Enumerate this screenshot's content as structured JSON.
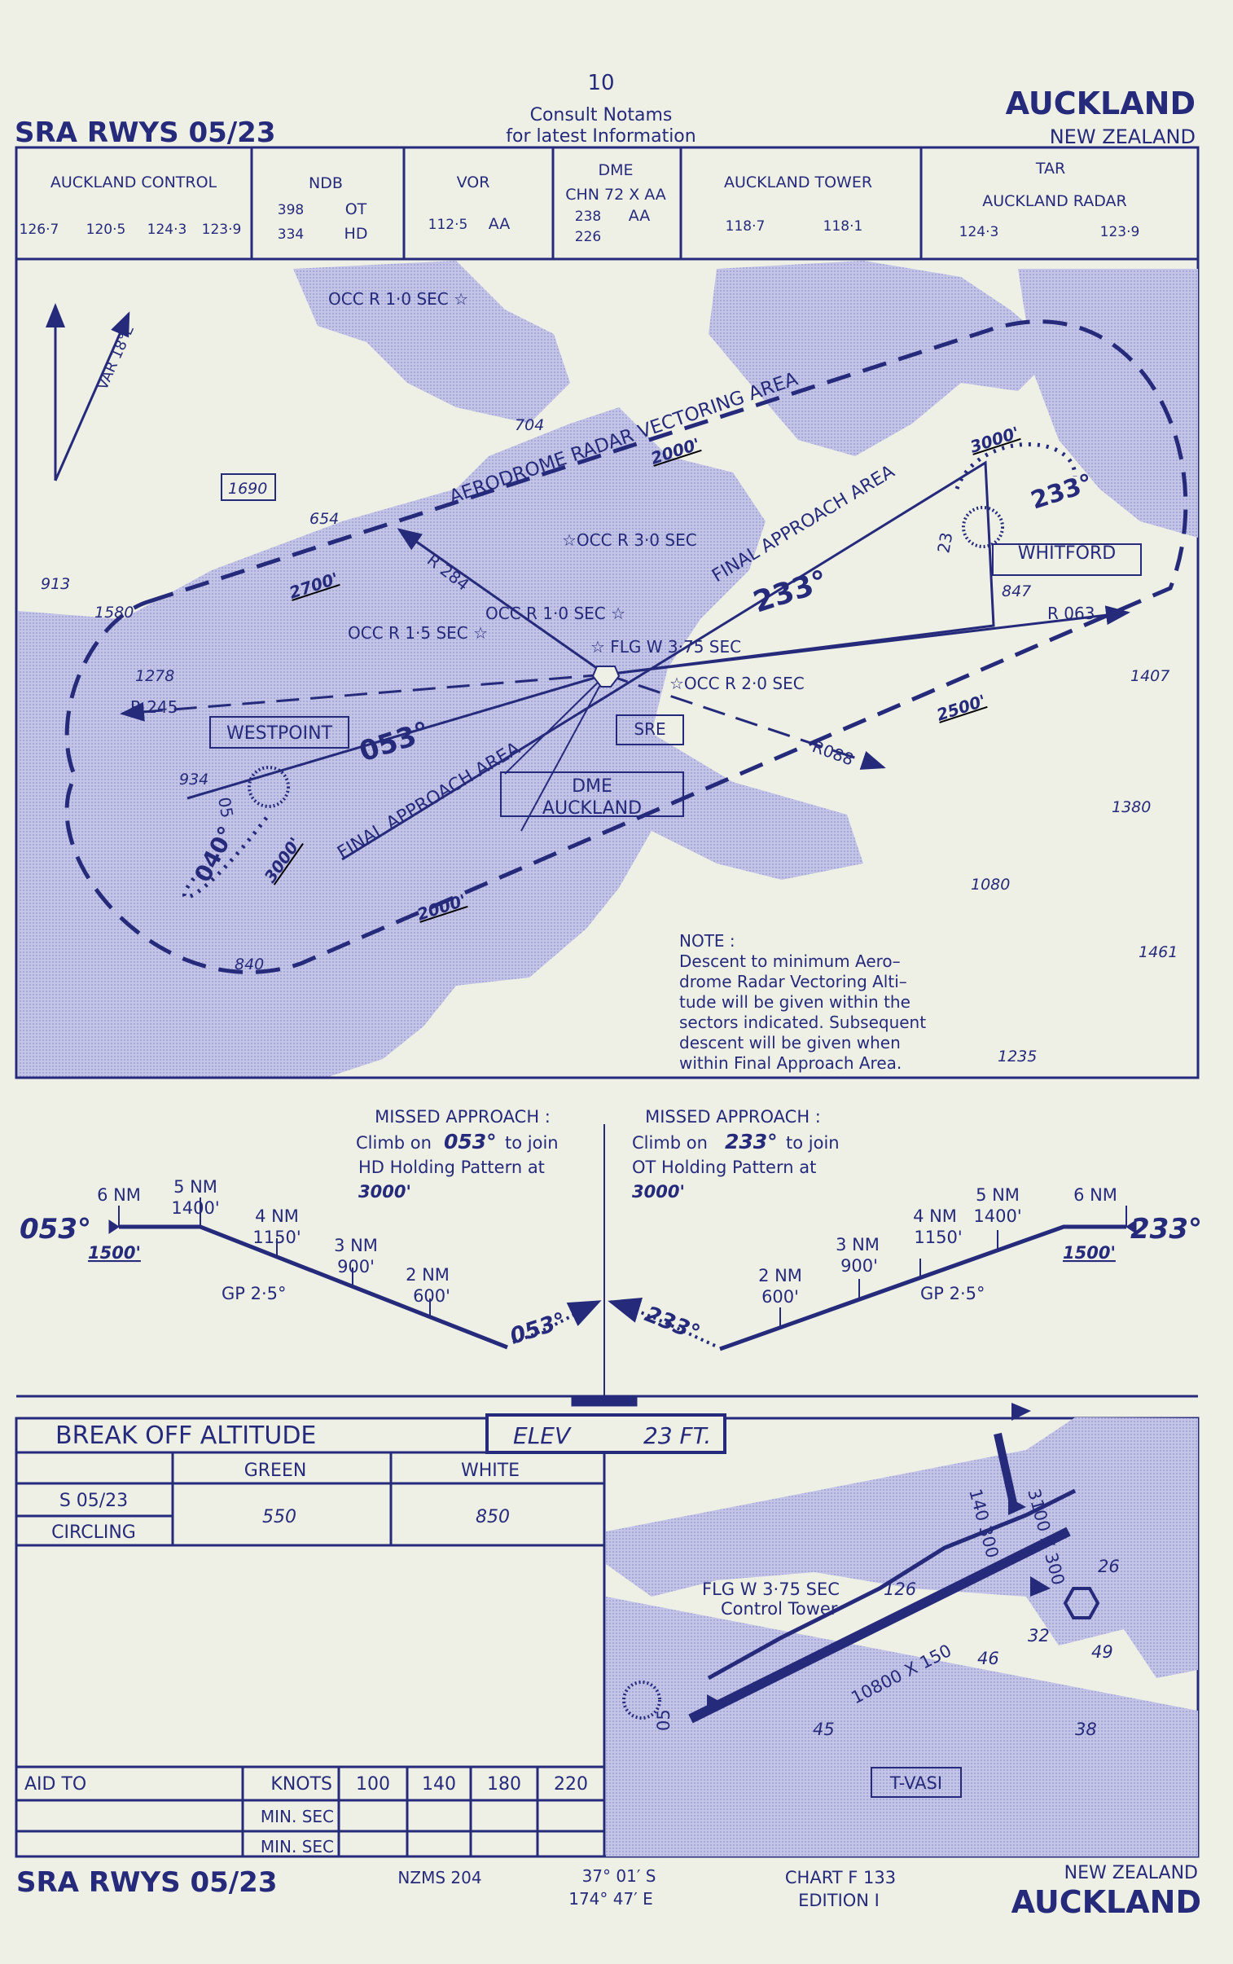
{
  "header": {
    "page_number": "10",
    "notice_line1": "Consult  Notams",
    "notice_line2": "for latest Information",
    "title": "SRA RWYS 05/23",
    "city": "AUCKLAND",
    "country": "NEW ZEALAND"
  },
  "frequencies": {
    "control": {
      "label": "AUCKLAND CONTROL",
      "values": [
        "126·7",
        "120·5",
        "124·3",
        "123·9"
      ]
    },
    "ndb": {
      "label": "NDB",
      "rows": [
        [
          "398",
          "OT"
        ],
        [
          "334",
          "HD"
        ]
      ]
    },
    "vor": {
      "label": "VOR",
      "freq": "112·5",
      "ident": "AA"
    },
    "dme": {
      "label": "DME",
      "chn": "CHN  72 X AA",
      "row1": [
        "238",
        "AA"
      ],
      "row2": "226"
    },
    "tower": {
      "label": "AUCKLAND TOWER",
      "values": [
        "118·7",
        "118·1"
      ]
    },
    "tar": {
      "label": "TAR",
      "sublabel": "AUCKLAND RADAR",
      "values": [
        "124·3",
        "123·9"
      ]
    }
  },
  "map": {
    "variation": "VAR 18°E",
    "lights": [
      "OCC R 1·0 SEC ☆",
      "☆OCC R 3·0 SEC",
      "OCC R 1·0 SEC ☆",
      "OCC R 1·5 SEC ☆",
      "☆ FLG W 3·75 SEC",
      "☆OCC R 2·0 SEC"
    ],
    "elevations": [
      "704",
      "1690",
      "654",
      "913",
      "1580",
      "1278",
      "934",
      "847",
      "1407",
      "1380",
      "1080",
      "1461",
      "840",
      "1235"
    ],
    "altitudes": [
      "2700'",
      "2000'",
      "3000'",
      "2500'",
      "3000'",
      "2000'"
    ],
    "radials": [
      "R 284",
      "R 063",
      "R 245",
      "R088"
    ],
    "areas": {
      "vectoring": "AERODROME RADAR VECTORING AREA",
      "final": "FINAL APPROACH AREA"
    },
    "courses": [
      "053°",
      "233°",
      "233°",
      "040°",
      "05",
      "23"
    ],
    "boxes": {
      "westpoint": "WESTPOINT",
      "whitford": "WHITFORD",
      "sre": "SRE",
      "dme": "DME",
      "dme_name": "AUCKLAND"
    },
    "note": [
      "NOTE :",
      "Descent to minimum Aero–",
      "drome Radar Vectoring Alti–",
      "tude will be given within the",
      "sectors indicated. Subsequent",
      "descent will be given when",
      "within Final Approach Area."
    ]
  },
  "missed_approach": {
    "left": {
      "title": "MISSED APPROACH :",
      "l1a": "Climb on",
      "course": "053°",
      "l1b": "to join",
      "l2": "HD Holding Pattern at",
      "alt": "3000'"
    },
    "right": {
      "title": "MISSED APPROACH :",
      "l1a": "Climb on",
      "course": "233°",
      "l1b": "to join",
      "l2": "OT Holding Pattern at",
      "alt": "3000'"
    }
  },
  "profile": {
    "left": {
      "course": "053°",
      "alt": "1500'",
      "gp": "GP 2·5°",
      "missed": "053°",
      "fixes": [
        {
          "nm": "6 NM",
          "alt": ""
        },
        {
          "nm": "5 NM",
          "alt": "1400'"
        },
        {
          "nm": "4 NM",
          "alt": "1150'"
        },
        {
          "nm": "3 NM",
          "alt": "900'"
        },
        {
          "nm": "2 NM",
          "alt": "600'"
        }
      ]
    },
    "right": {
      "course": "233°",
      "alt": "1500'",
      "gp": "GP 2·5°",
      "missed": "233°",
      "fixes": [
        {
          "nm": "6 NM",
          "alt": ""
        },
        {
          "nm": "5 NM",
          "alt": "1400'"
        },
        {
          "nm": "4 NM",
          "alt": "1150'"
        },
        {
          "nm": "3 NM",
          "alt": "900'"
        },
        {
          "nm": "2 NM",
          "alt": "600'"
        }
      ]
    }
  },
  "break_off": {
    "title": "BREAK OFF ALTITUDE",
    "elev_label": "ELEV",
    "elev_value": "23 FT.",
    "col_green": "GREEN",
    "col_white": "WHITE",
    "row1": "S  05/23",
    "row2": "CIRCLING",
    "green": "550",
    "white": "850"
  },
  "timing": {
    "aid_to": "AID TO",
    "knots": "KNOTS",
    "speeds": [
      "100",
      "140",
      "180",
      "220"
    ],
    "min_sec": "MIN. SEC"
  },
  "aerodrome": {
    "light": "FLG W 3·75 SEC",
    "tower": "Control Tower",
    "runway_main": "10800  X  150",
    "runway_secondary": "3100 X 300",
    "stopway": "140 300",
    "rwy_label": "05",
    "vasi": "T-VASI",
    "spot_heights": [
      "126",
      "26",
      "32",
      "46",
      "49",
      "45",
      "38"
    ]
  },
  "footer": {
    "title": "SRA RWYS 05/23",
    "map_ref": "NZMS 204",
    "lat": "37° 01′  S",
    "lon": "174° 47′  E",
    "chart": "CHART  F 133",
    "edition": "EDITION  I",
    "country": "NEW  ZEALAND",
    "city": "AUCKLAND"
  }
}
